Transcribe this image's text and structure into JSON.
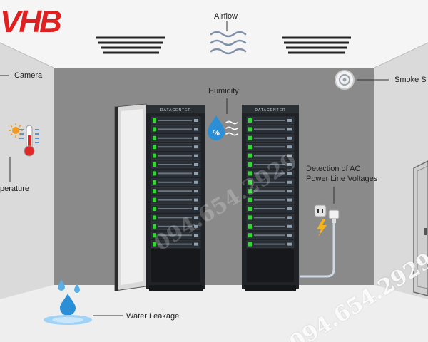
{
  "colors": {
    "wall_back": "#8a8a8a",
    "wall_side": "#d8d8d8",
    "floor": "#ededed",
    "rack": "#1f2226",
    "server_led": "#39d23a",
    "accent_red": "#e02020",
    "water_blue": "#2a8fd6"
  },
  "logo": {
    "text": "VHB"
  },
  "labels": {
    "camera": "Camera",
    "airflow": "Airflow",
    "smoke": "Smoke S",
    "humidity": "Humidity",
    "temperature": "perature",
    "ac_detection": "Detection of AC\nPower Line Voltages",
    "water": "Water Leakage"
  },
  "racks": {
    "left_brand": "DATACENTER",
    "right_brand": "DATACENTER"
  },
  "watermark": {
    "phone": "094.654.2929"
  },
  "icons": {
    "camera": "camera-icon",
    "airflow": "airflow-icon",
    "smoke": "smoke-detector-icon",
    "humidity": "humidity-drop-icon",
    "temperature": "thermometer-icon",
    "sun": "sun-icon",
    "plug": "power-plug-icon",
    "lightning": "lightning-icon",
    "water": "water-drop-icon"
  }
}
